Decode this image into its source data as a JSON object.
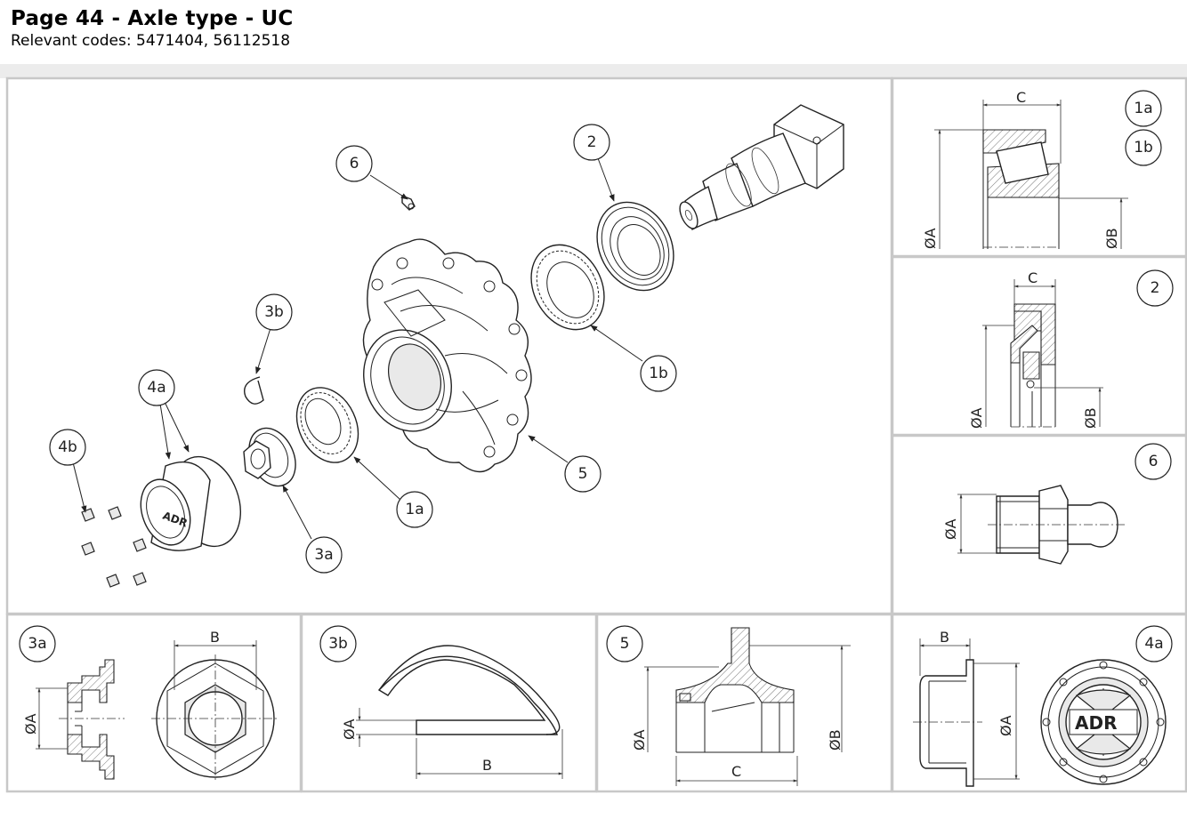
{
  "header": {
    "title": "Page 44 - Axle type - UC",
    "codes": "Relevant codes: 5471404, 56112518"
  },
  "main_callouts": {
    "c6": "6",
    "c2": "2",
    "c3b": "3b",
    "c1b": "1b",
    "c4a": "4a",
    "c4b": "4b",
    "c5": "5",
    "c1a": "1a",
    "c3a": "3a"
  },
  "panels": {
    "bearing": {
      "c1": "1a",
      "c2": "1b",
      "dimC": "C",
      "dimA": "ØA",
      "dimB": "ØB"
    },
    "seal": {
      "c": "2",
      "dimC": "C",
      "dimA": "ØA",
      "dimB": "ØB"
    },
    "nipple": {
      "c": "6",
      "dimA": "ØA"
    },
    "nut": {
      "c": "3a",
      "dimB": "B",
      "dimA": "ØA"
    },
    "pin": {
      "c": "3b",
      "dimA": "ØA",
      "dimB": "B"
    },
    "hub": {
      "c": "5",
      "dimA": "ØA",
      "dimB": "ØB",
      "dimC": "C"
    },
    "cap": {
      "c": "4a",
      "dimB": "B",
      "dimA": "ØA",
      "logo": "ADR"
    }
  },
  "colors": {
    "band": "#ececec",
    "frame": "#c8c8c8",
    "ink": "#222222"
  }
}
